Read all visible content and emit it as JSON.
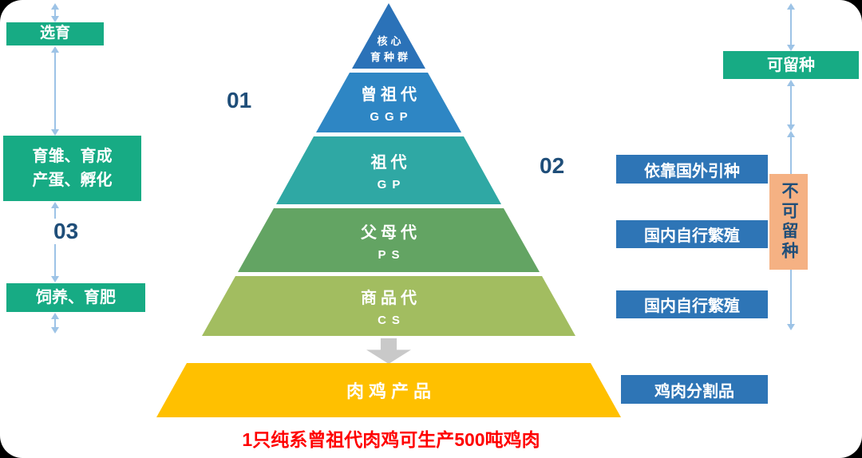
{
  "pyramid": {
    "layers": [
      {
        "title": "核心",
        "subtitle": "育种群"
      },
      {
        "title": "曾祖代",
        "subtitle": "GGP"
      },
      {
        "title": "祖代",
        "subtitle": "GP"
      },
      {
        "title": "父母代",
        "subtitle": "PS"
      },
      {
        "title": "商品代",
        "subtitle": "CS"
      }
    ],
    "product_label": "肉鸡产品"
  },
  "stage_numbers": {
    "one": "01",
    "two": "02",
    "three": "03"
  },
  "left_column": {
    "selection": "选育",
    "rearing_line1": "育雏、育成",
    "rearing_line2": "产蛋、孵化",
    "feeding": "饲养、育肥"
  },
  "right_column": {
    "keepable": "可留种",
    "foreign_import": "依靠国外引种",
    "domestic_breeding_1": "国内自行繁殖",
    "domestic_breeding_2": "国内自行繁殖",
    "chicken_cuts": "鸡肉分割品",
    "not_keepable": "不可留种"
  },
  "footer_note": "1只纯系曾祖代肉鸡可生产500吨鸡肉",
  "colors": {
    "apex_blue": "#2b72b8",
    "ggp_blue": "#2e86c4",
    "gp_teal": "#2fa8a4",
    "ps_green": "#63a463",
    "cs_yellow_green": "#a2bd60",
    "product_orange": "#ffc000",
    "green_box": "#17ab84",
    "blue_box": "#2e75b6",
    "salmon_box": "#f5b183",
    "arrow_blue": "#9dc3e6",
    "number_navy": "#1f4e79",
    "footer_red": "#ff0000"
  }
}
